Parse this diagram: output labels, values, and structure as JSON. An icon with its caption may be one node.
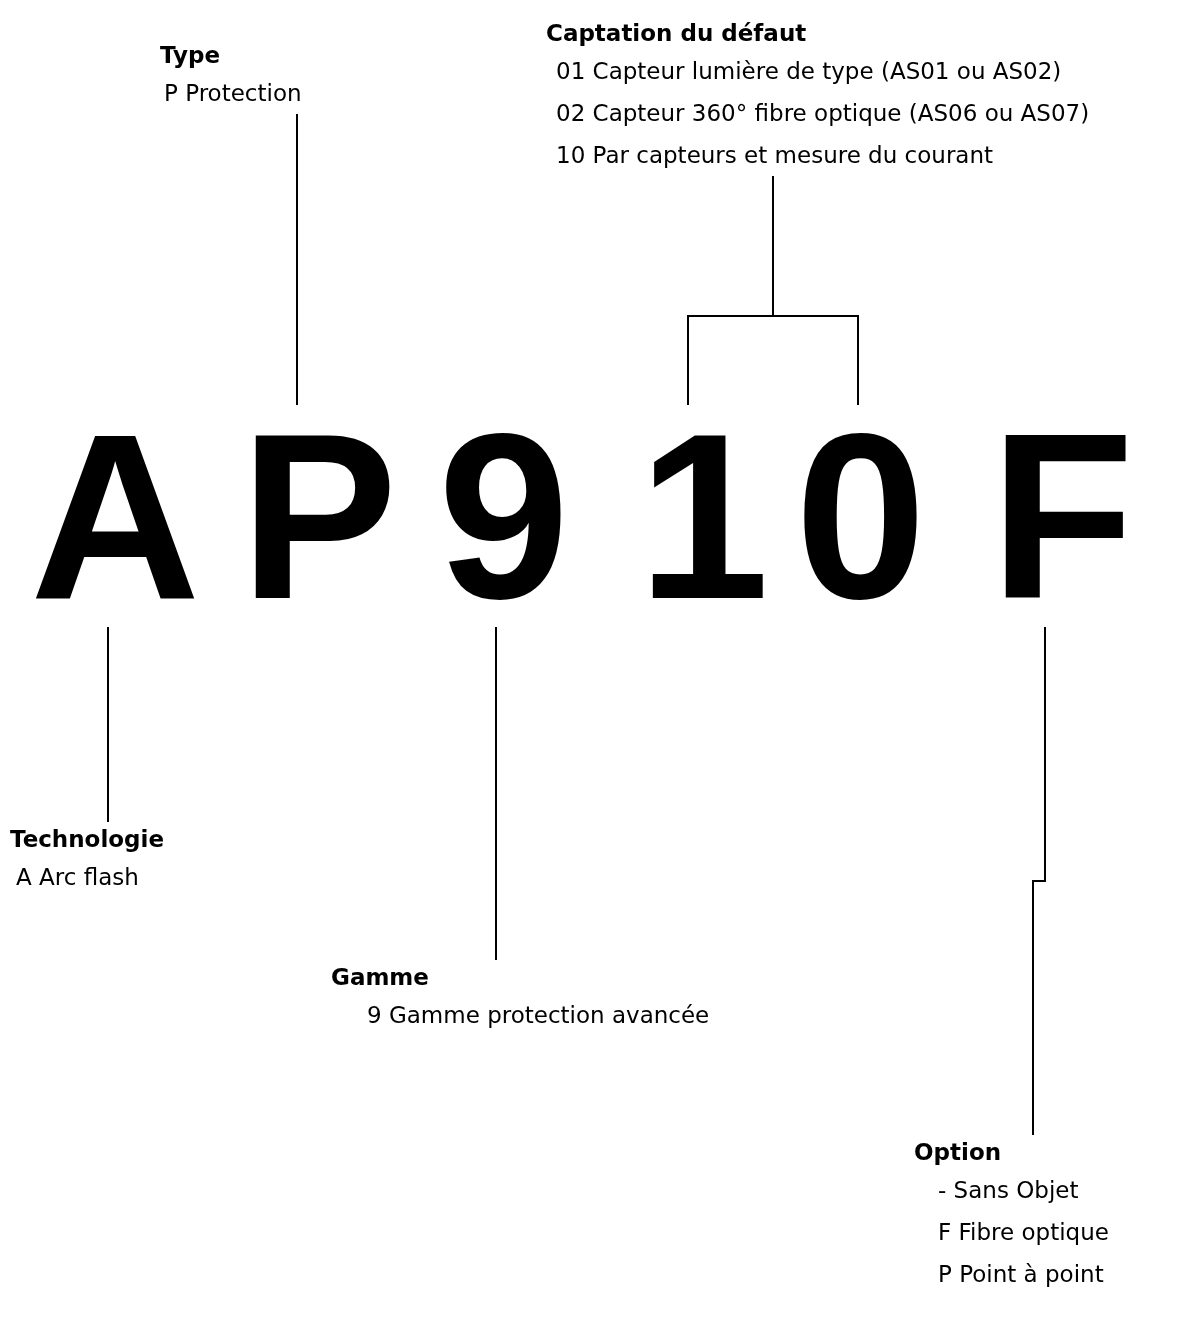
{
  "diagram": {
    "nodes": [
      {
        "text": [
          "Type",
          "P Protection"
        ]
      },
      {
        "text": [
          "Captation du défaut",
          "01 Capteur lumière de type (AS01 ou AS02)",
          "02 Capteur 360° fibre optique (AS06 ou AS07)",
          "10 Par capteurs et mesure du courant"
        ]
      },
      {
        "text": [
          "A"
        ]
      },
      {
        "text": [
          "P"
        ]
      },
      {
        "text": [
          "9"
        ]
      },
      {
        "text": [
          "1"
        ]
      },
      {
        "text": [
          "0"
        ]
      },
      {
        "text": [
          "F"
        ]
      },
      {
        "text": [
          "Technologie",
          "A Arc flash"
        ]
      },
      {
        "text": [
          "Gamme",
          "9 Gamme protection avancée"
        ]
      },
      {
        "text": [
          "Option",
          "- Sans Objet",
          "F Fibre optique",
          "P Point à point"
        ]
      }
    ],
    "edges": [
      {
        "from": 0,
        "to": 3,
        "arrow": "none"
      },
      {
        "from": 1,
        "to": 5,
        "arrow": "none"
      },
      {
        "from": 1,
        "to": 6,
        "arrow": "none"
      },
      {
        "from": 8,
        "to": 2,
        "arrow": "none"
      },
      {
        "from": 9,
        "to": 4,
        "arrow": "none"
      },
      {
        "from": 10,
        "to": 7,
        "arrow": "none"
      }
    ]
  }
}
